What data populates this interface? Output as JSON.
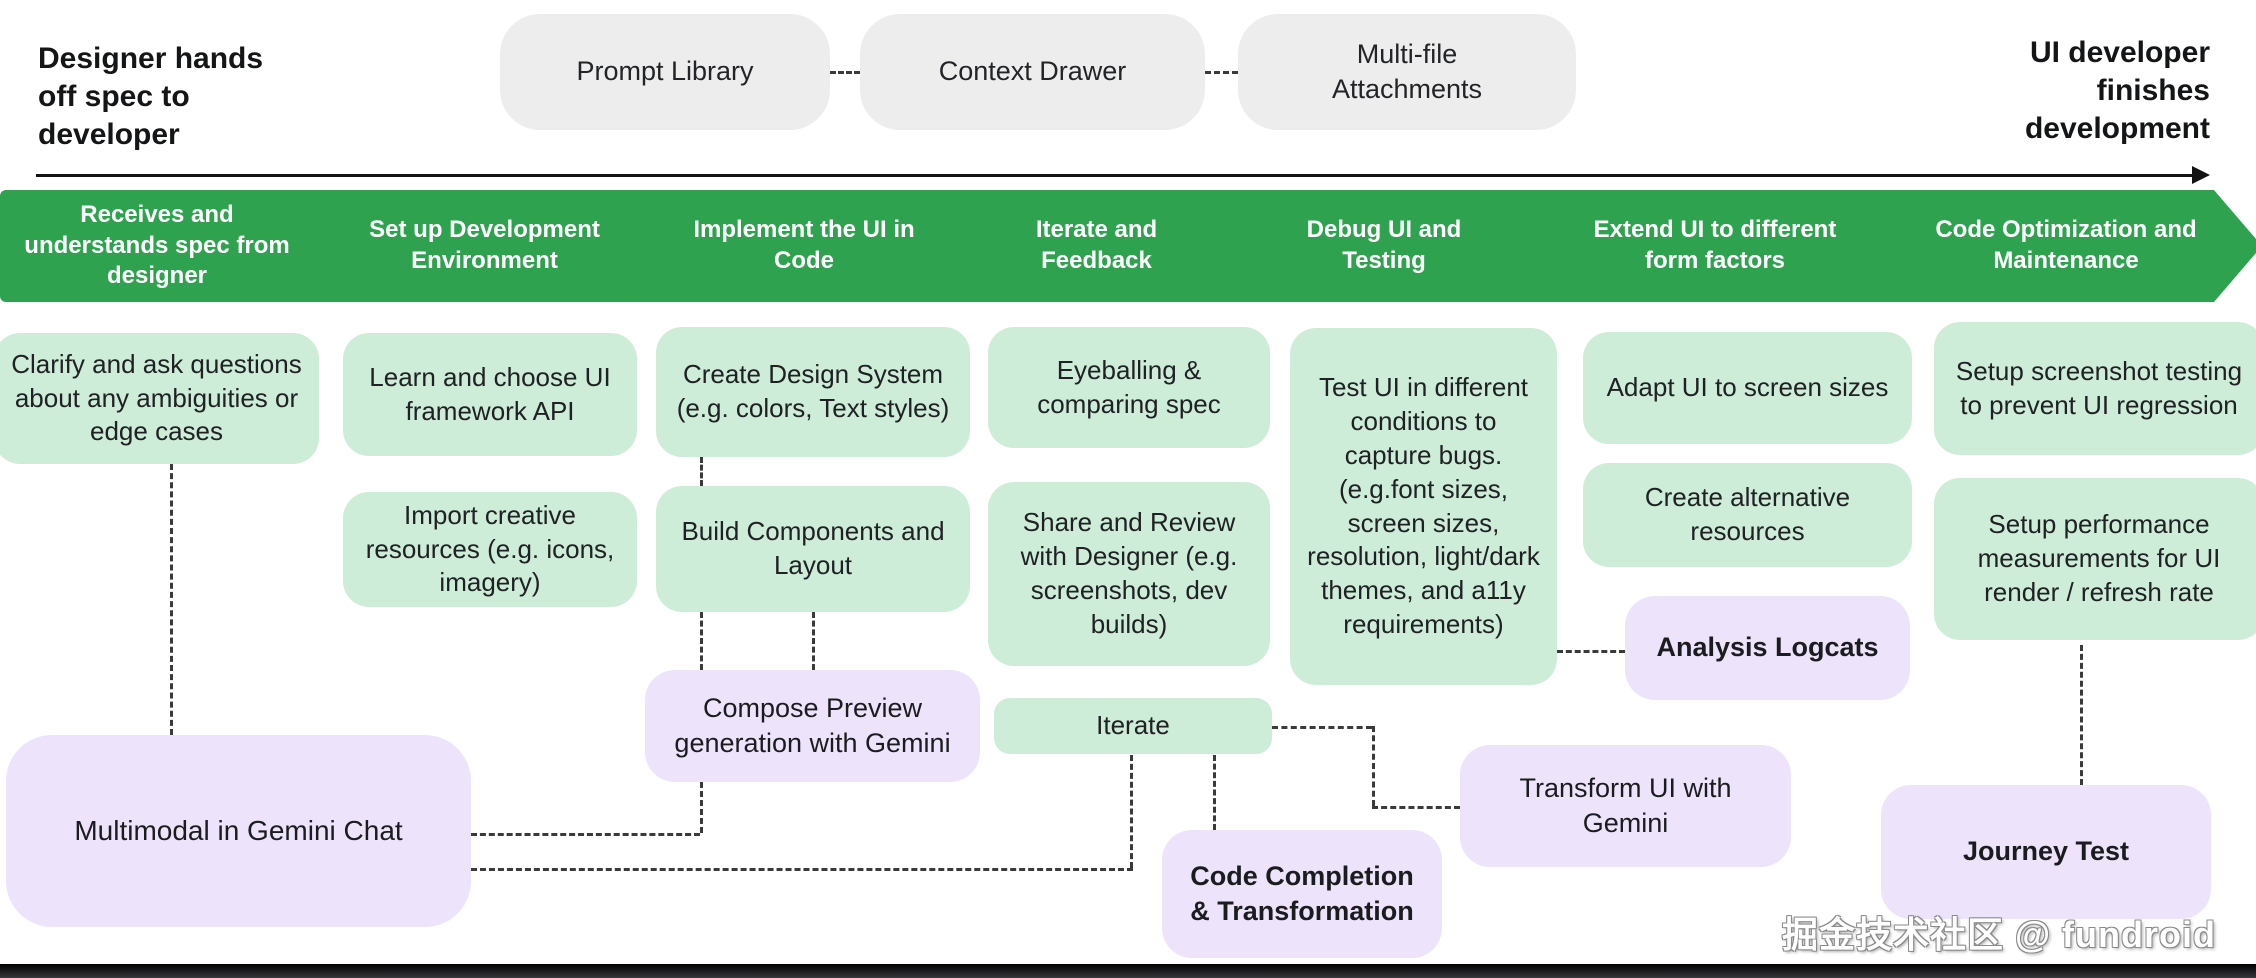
{
  "header": {
    "left_note": "Designer hands off spec to developer",
    "right_note": "UI developer finishes development",
    "features": [
      "Prompt Library",
      "Context Drawer",
      "Multi-file Attachments"
    ]
  },
  "stages": [
    {
      "label": "Receives and understands spec from designer"
    },
    {
      "label": "Set up Development Environment"
    },
    {
      "label": "Implement the UI in Code"
    },
    {
      "label": "Iterate and Feedback"
    },
    {
      "label": "Debug UI and Testing"
    },
    {
      "label": "Extend UI to different form factors"
    },
    {
      "label": "Code Optimization and Maintenance"
    }
  ],
  "tasks": [
    {
      "label": "Clarify and ask questions about any ambiguities or edge cases"
    },
    {
      "label": "Learn and choose UI framework API"
    },
    {
      "label": "Create Design System (e.g. colors, Text styles)"
    },
    {
      "label": "Eyeballing & comparing spec"
    },
    {
      "label": "Test UI in different conditions to capture bugs. (e.g.font sizes, screen sizes, resolution, light/dark themes, and a11y requirements)"
    },
    {
      "label": "Adapt UI to screen sizes"
    },
    {
      "label": "Setup screenshot testing to prevent UI regression"
    },
    {
      "label": "Import creative resources (e.g. icons, imagery)"
    },
    {
      "label": "Build Components and Layout"
    },
    {
      "label": "Share and Review with Designer (e.g. screenshots, dev builds)"
    },
    {
      "label": "Create alternative resources"
    },
    {
      "label": "Setup performance measurements for UI render / refresh rate"
    },
    {
      "label": "Iterate"
    }
  ],
  "gemini_tools": [
    {
      "label": "Multimodal in Gemini Chat"
    },
    {
      "label": "Compose Preview generation with Gemini"
    },
    {
      "label": "Analysis Logcats"
    },
    {
      "label": "Code Completion & Transformation"
    },
    {
      "label": "Transform UI with Gemini"
    },
    {
      "label": "Journey Test"
    }
  ],
  "watermark": "掘金技术社区 @ fundroid",
  "colors": {
    "stage_green": "#2fa24f",
    "task_green": "#cdedd8",
    "gemini_purple": "#ede3fa",
    "feature_gray": "#ededed",
    "text_dark": "#202124",
    "connector": "#3a3a3a"
  }
}
